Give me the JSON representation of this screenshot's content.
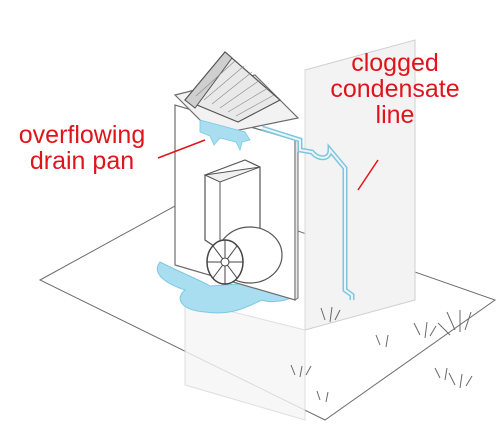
{
  "diagram": {
    "labels": {
      "clogged_condensate_line": [
        "clogged",
        "condensate",
        "line"
      ],
      "overflowing_drain_pan": [
        "overflowing",
        "drain pan"
      ]
    },
    "colors": {
      "label_red": "#e0141b",
      "water_blue": "#8fd3ea",
      "line_gray": "#6d6d6d",
      "wall_fill": "#f2f2f2"
    }
  }
}
